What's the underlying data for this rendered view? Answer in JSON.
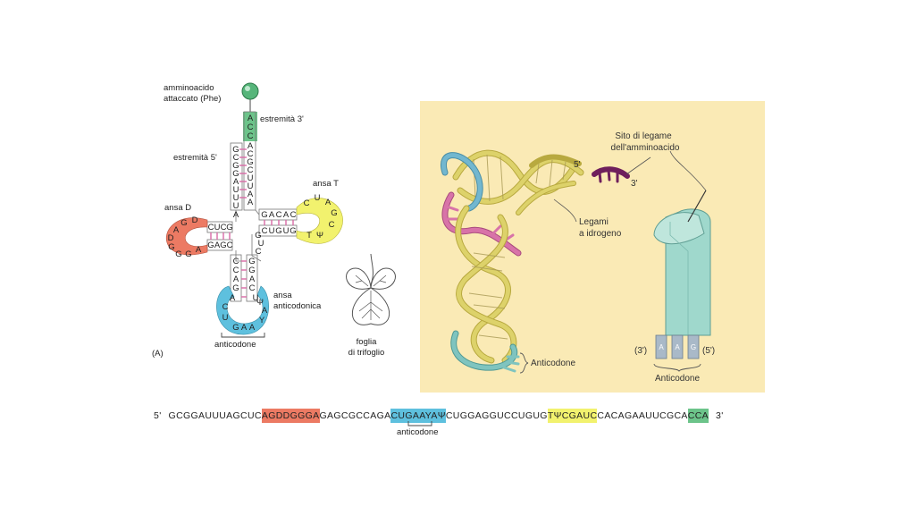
{
  "panel_a": {
    "letter": "(A)",
    "labels": {
      "amino": [
        "amminoacido",
        "attaccato (Phe)"
      ],
      "end3": "estremità 3'",
      "end5": "estremità 5'",
      "loop_d": "ansa D",
      "loop_t": "ansa T",
      "loop_anti": [
        "ansa",
        "anticodonica"
      ],
      "anticodon": "anticodone",
      "leaf": [
        "foglia",
        "di trifoglio"
      ]
    },
    "stem_acceptor": [
      "A",
      "C",
      "C",
      "A",
      "C",
      "G",
      "C",
      "U",
      "U",
      "A",
      "A"
    ],
    "stem_5prime": [
      "G",
      "C",
      "G",
      "G",
      "A",
      "U",
      "U",
      "U",
      "A"
    ],
    "d_arm_top": [
      "C",
      "U",
      "C",
      "G"
    ],
    "d_arm_bottom": [
      "G",
      "A",
      "G",
      "C"
    ],
    "d_loop": [
      "D",
      "G",
      "A",
      "D",
      "G",
      "G",
      "G",
      "A"
    ],
    "t_arm_top": [
      "G",
      "A",
      "C",
      "A",
      "C"
    ],
    "t_arm_bottom": [
      "C",
      "U",
      "G",
      "U",
      "G"
    ],
    "t_loop": [
      "C",
      "U",
      "A",
      "G",
      "C",
      "Ψ",
      "T"
    ],
    "variable": [
      "G",
      "U",
      "C"
    ],
    "anti_stem_left": [
      "C",
      "C",
      "A",
      "G",
      "A"
    ],
    "anti_stem_right": [
      "G",
      "G",
      "A",
      "C",
      "U"
    ],
    "anti_loop": [
      "C",
      "U",
      "G",
      "A",
      "A",
      "Y",
      "A",
      "Ψ"
    ]
  },
  "panel_b": {
    "labels": {
      "five": "5'",
      "three": "3'",
      "site": [
        "Sito di legame",
        "dell'amminoacido"
      ],
      "hbonds": [
        "Legami",
        "a idrogeno"
      ],
      "anticodon": "Anticodone",
      "cyl_left": "(3')",
      "cyl_right": "(5')",
      "cyl_letters": [
        "A",
        "A",
        "G"
      ],
      "cyl_anticodon": "Anticodone"
    }
  },
  "sequence": {
    "five": "5'",
    "p1": "GCGGAUUUAGCUC",
    "d": "AGDDGGGA",
    "p2": "GAGCGCCAGA",
    "anti": "CUGAAYAΨ",
    "p3": "CUGGAGGUCCUGUG",
    "t": "TΨCGAUC",
    "p4": "CACAGAAUUCGCA",
    "cca": "CCA",
    "three": "3'",
    "anticodon_label": "anticodone"
  },
  "colors": {
    "d_loop": "#ec7a63",
    "t_loop": "#f2f26e",
    "anti_loop": "#5ec0de",
    "cca": "#6cc48a",
    "panel_bg": "#faeab5",
    "helix_yellow": "#ddd26a",
    "helix_pink": "#d873a8",
    "helix_blue": "#72b7cf",
    "helix_teal": "#7fc4bf",
    "amino_purple": "#6e1f5c",
    "cylinder": "#9fd8cc"
  }
}
